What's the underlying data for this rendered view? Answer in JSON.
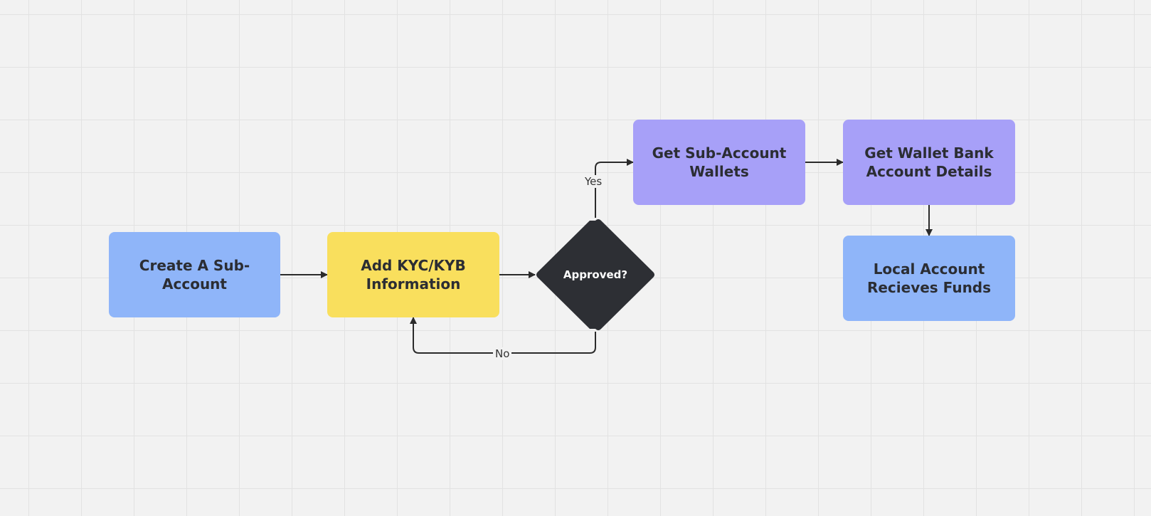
{
  "diagram": {
    "nodes": {
      "create_sub_account": "Create A Sub-Account",
      "add_kyc": "Add KYC/KYB Information",
      "decision": "Approved?",
      "get_wallets": "Get Sub-Account Wallets",
      "get_bank_details": "Get Wallet Bank Account Details",
      "local_account": "Local Account Recieves Funds"
    },
    "edge_labels": {
      "yes": "Yes",
      "no": "No"
    },
    "colors": {
      "blue": "#8fb5f9",
      "yellow": "#f9df5d",
      "purple": "#a7a0f8",
      "decision": "#2d2f34",
      "connector": "#2b2b2b"
    }
  }
}
